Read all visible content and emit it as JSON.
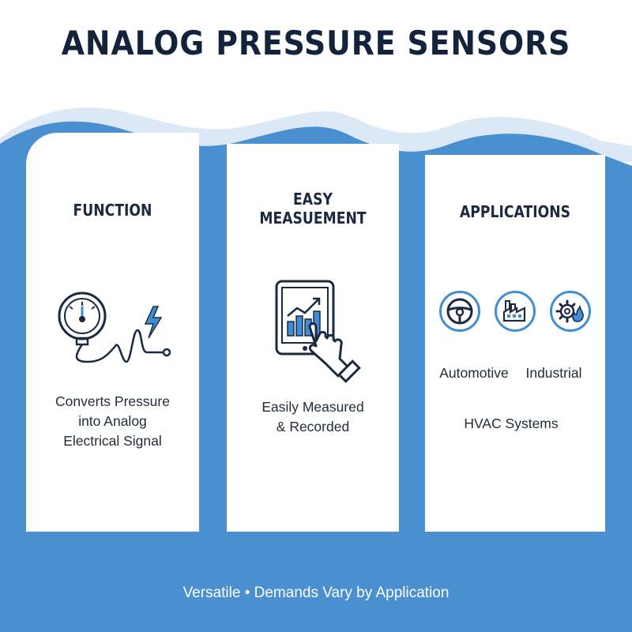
{
  "title": "ANALOG PRESSURE SENSORS",
  "panels": {
    "function": {
      "title": "FUNCTION",
      "lines": [
        "Converts Pressure",
        "into Analog",
        "Electrical Signal"
      ],
      "icon": "gauge-with-electrical-signal-icon"
    },
    "measurement": {
      "title": "EASY MEASUEMENT",
      "lines": [
        "Easily Measured",
        "& Recorded"
      ],
      "icon": "tablet-chart-tap-icon"
    },
    "applications": {
      "title": "APPLICATIONS",
      "label_automotive": "Automotive",
      "label_industrial": "Industrial",
      "label_hvac": "HVAC Systems",
      "icons": [
        "steering-wheel-icon",
        "factory-icon",
        "gear-flame-icon"
      ]
    }
  },
  "footer": "Versatile • Demands Vary by Application",
  "colors": {
    "accent": "#4a8fd0",
    "wave_light": "#dbe9f6",
    "title": "#14233c"
  }
}
